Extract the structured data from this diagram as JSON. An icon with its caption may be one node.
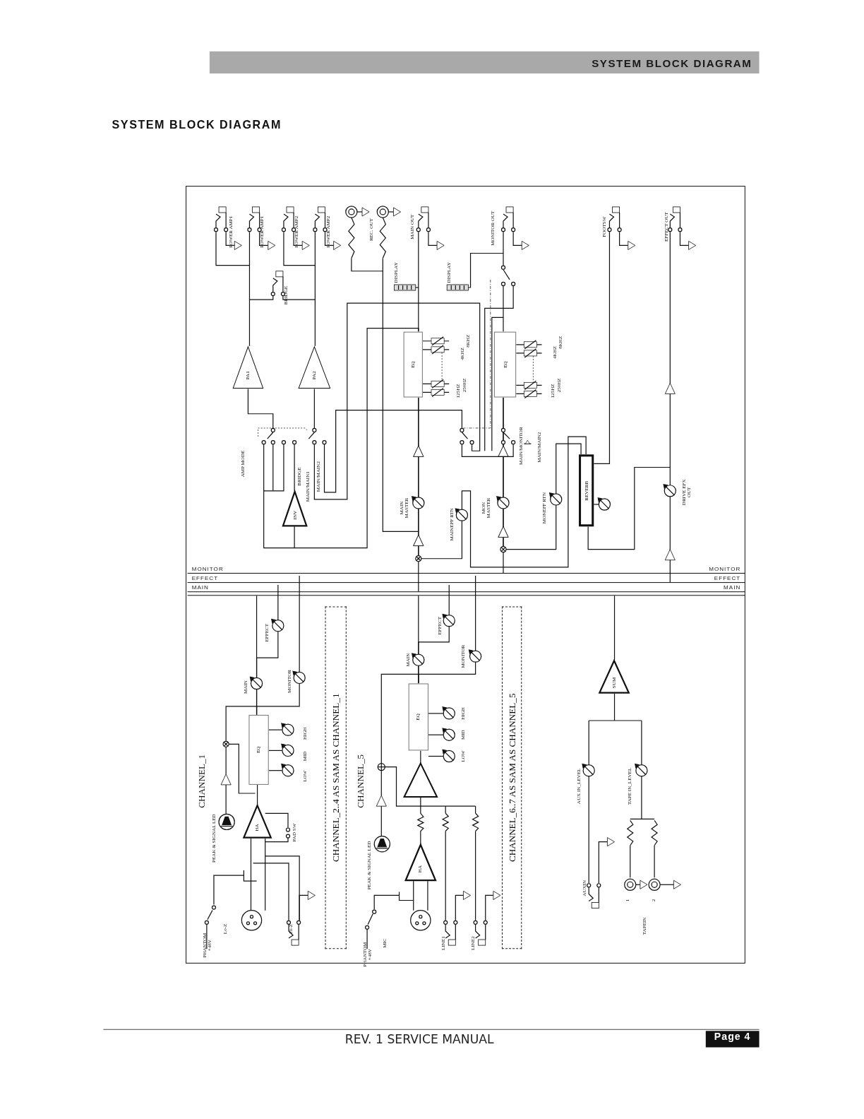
{
  "diagram": {
    "title": "SYSTEM BLOCK DIAGRAM",
    "nodes": [
      {
        "text": [
          "PA1"
        ]
      },
      {
        "text": [
          "PA2"
        ]
      },
      {
        "text": [
          "INV"
        ]
      },
      {
        "text": [
          "EQ"
        ]
      },
      {
        "text": [
          "EQ"
        ]
      },
      {
        "text": [
          "REVERB"
        ]
      },
      {
        "text": [
          "EQ"
        ]
      },
      {
        "text": [
          "HA"
        ]
      },
      {
        "text": [
          "CHANNEL_2..4 AS SAM AS CHANNEL_1"
        ]
      },
      {
        "text": [
          "EQ"
        ]
      },
      {
        "text": [
          "HA"
        ]
      },
      {
        "text": [
          "CHANNEL_6..7 AS SAM AS CHANNEL_5"
        ]
      },
      {
        "text": [
          "SUM"
        ]
      },
      {
        "text": [
          "MONITOR",
          "MONITOR"
        ]
      },
      {
        "text": [
          "EFFECT",
          "EFFECT"
        ]
      },
      {
        "text": [
          "MAIN",
          "MAIN"
        ]
      }
    ],
    "edges": [
      {
        "from": 7,
        "to": 6,
        "arrow": "none"
      },
      {
        "from": 6,
        "to": 15,
        "arrow": "none"
      },
      {
        "from": 6,
        "to": 14,
        "arrow": "none"
      },
      {
        "from": 6,
        "to": 13,
        "arrow": "none"
      },
      {
        "from": 10,
        "to": 9,
        "arrow": "none"
      },
      {
        "from": 9,
        "to": 15,
        "arrow": "none"
      },
      {
        "from": 9,
        "to": 14,
        "arrow": "none"
      },
      {
        "from": 9,
        "to": 13,
        "arrow": "none"
      },
      {
        "from": 12,
        "to": 15,
        "arrow": "none"
      },
      {
        "from": 15,
        "to": 3,
        "arrow": "to"
      },
      {
        "from": 13,
        "to": 4,
        "arrow": "to"
      },
      {
        "from": 3,
        "to": 2,
        "arrow": "none"
      },
      {
        "from": 5,
        "to": 3,
        "arrow": "to"
      },
      {
        "from": 5,
        "to": 4,
        "arrow": "to"
      },
      {
        "from": 14,
        "to": 5,
        "arrow": "to"
      }
    ],
    "labels": [
      "SYSTEM BLOCK DIAGRAM",
      "POWER AMP1",
      "POWER AMP1",
      "POWER AMP2",
      "POWER AMP2",
      "REC. OUT",
      "MAIN OUT",
      "MONITOR OUT",
      "FOOTSW",
      "EFFECT OUT",
      "BRIDGE",
      "DISPLAY",
      "DISPLAY",
      "8KHZ",
      "4KHZ",
      "250HZ",
      "125HZ",
      "8KHZ",
      "4KHZ",
      "250HZ",
      "125HZ",
      "AMP MODE",
      "BRIDGE",
      "MAIN/MAIN1",
      "MAIN/MAIN2",
      "MAIN MASTER",
      "MAINEFF RTN",
      "MON MASTER",
      "MAIN/MONITOR",
      "MAIN/MAIN2",
      "MONEFF RTN",
      "DRIVE EFX OUT",
      "CHANNEL_1",
      "EFFECT",
      "MAIN",
      "MONITOR",
      "HIGH",
      "MID",
      "LOW",
      "PAD SW",
      "PEAK & SIGNAL LED",
      "PHANTOM +48V",
      "Lo-Z",
      "Hi-Z",
      "CHANNEL_5",
      "EFFECT",
      "MAIN",
      "MONITOR",
      "HIGH",
      "MID",
      "LOW",
      "PEAK & SIGNAL LED",
      "PHANTOM +48V",
      "MIC",
      "LINE1",
      "LINE2",
      "AUX IN_LEVEL",
      "TAPE IN_LEVEL",
      "AUXIN",
      "1",
      "2",
      "TAPEIN",
      "REV. 1 SERVICE MANUAL",
      "Page 4"
    ]
  }
}
